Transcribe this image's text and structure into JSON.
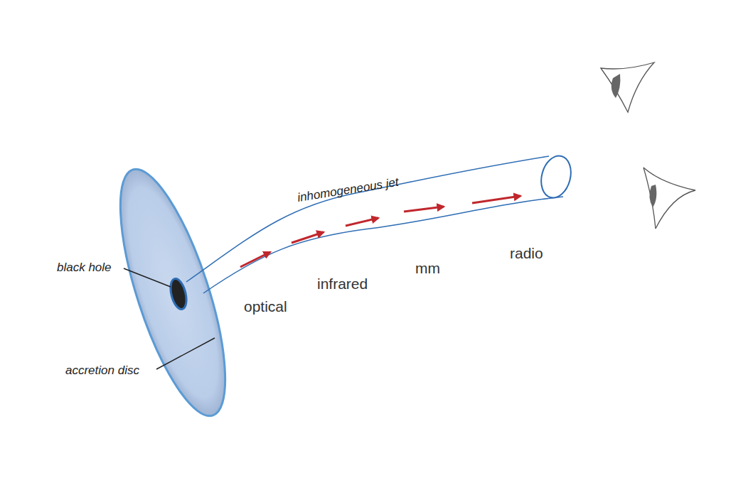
{
  "diagram": {
    "labels": [
      "black hole",
      "accretion disc",
      "inhomogeneous jet",
      "optical",
      "infrared",
      "mm",
      "radio"
    ]
  }
}
